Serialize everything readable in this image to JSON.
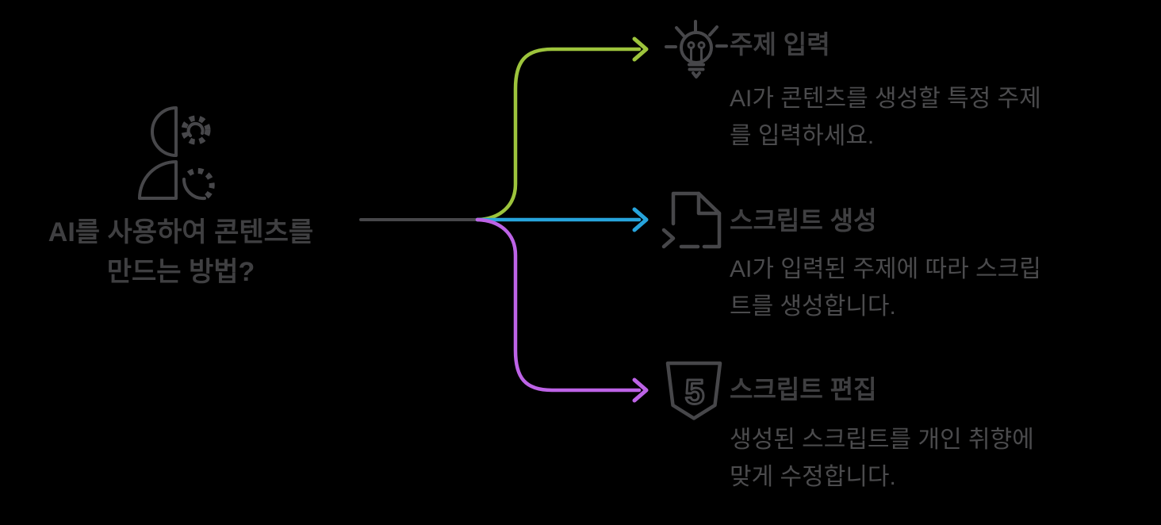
{
  "diagram": {
    "root": {
      "icon": "person-with-gears",
      "title": "AI를 사용하여 콘텐츠를\n만드는 방법?"
    },
    "branches": [
      {
        "icon": "lightbulb",
        "title": "주제 입력",
        "description": "AI가 콘텐츠를 생성할 특정 주제\n를 입력하세요.",
        "color": "#9dc43c"
      },
      {
        "icon": "script-document",
        "title": "스크립트 생성",
        "description": "AI가 입력된 주제에 따라 스크립\n트를 생성합니다.",
        "color": "#27a4dc"
      },
      {
        "icon": "html5-shield",
        "title": "스크립트 편집",
        "description": "생성된 스크립트를 개인 취향에\n맞게 수정합니다.",
        "color": "#bd63e6"
      }
    ],
    "shield_digit": "5",
    "colors": {
      "background": "#000000",
      "trunk": "#47474a",
      "icon_stroke": "#47474a",
      "title_text": "#3f3f41",
      "description_text": "#4b4b4d",
      "branch_green": "#9dc43c",
      "branch_blue": "#27a4dc",
      "branch_purple": "#bd63e6"
    }
  }
}
